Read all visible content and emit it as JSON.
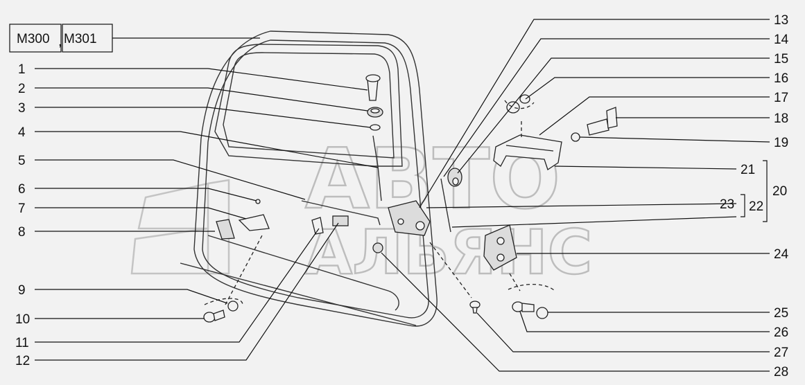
{
  "models": [
    "М300",
    "М301"
  ],
  "watermark": {
    "line1": "АВТО",
    "line2": "АЛЬЯНС"
  },
  "callouts": [
    "1",
    "2",
    "3",
    "4",
    "5",
    "6",
    "7",
    "8",
    "9",
    "10",
    "11",
    "12",
    "13",
    "14",
    "15",
    "16",
    "17",
    "18",
    "19",
    "20",
    "21",
    "22",
    "23",
    "24",
    "25",
    "26",
    "27",
    "28"
  ],
  "colors": {
    "background": "#f2f2f2",
    "line": "#111111",
    "watermark": "#bdbdbd"
  }
}
